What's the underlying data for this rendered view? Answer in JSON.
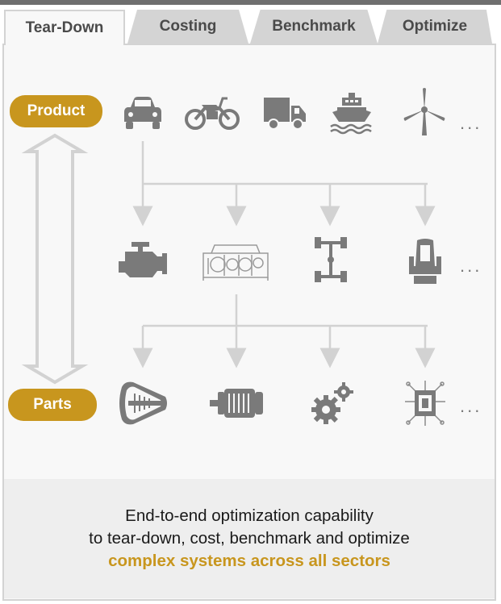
{
  "tabs": [
    {
      "label": "Tear-Down",
      "active": true
    },
    {
      "label": "Costing",
      "active": false
    },
    {
      "label": "Benchmark",
      "active": false
    },
    {
      "label": "Optimize",
      "active": false
    }
  ],
  "levels": {
    "product": "Product",
    "parts": "Parts"
  },
  "products": [
    "car-icon",
    "motorcycle-icon",
    "truck-icon",
    "ship-icon",
    "wind-turbine-icon"
  ],
  "systems": [
    "engine-icon",
    "gearbox-icon",
    "axle-chassis-icon",
    "seat-icon"
  ],
  "parts": [
    "electric-motor-cutaway-icon",
    "motor-icon",
    "gears-icon",
    "circuit-chip-icon"
  ],
  "ellipsis": "...",
  "caption": {
    "line1": "End-to-end optimization capability",
    "line2": "to tear-down, cost, benchmark and optimize",
    "line3": "complex systems across all sectors"
  },
  "colors": {
    "accent": "#c8961e",
    "icon": "#7a7a7a",
    "tab_inactive": "#d4d4d4",
    "connector": "#d2d2d2"
  }
}
